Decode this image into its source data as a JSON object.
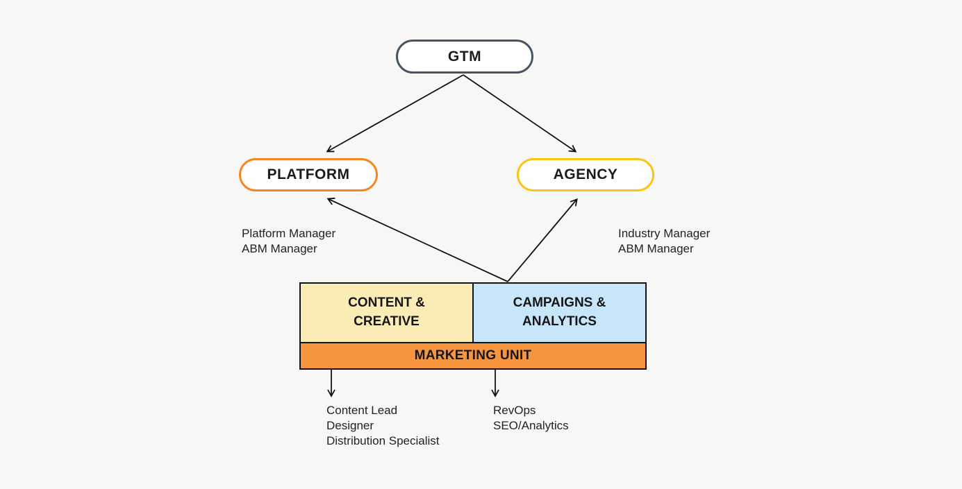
{
  "diagram": {
    "background_color": "#f7f7f5",
    "nodes": {
      "gtm": {
        "label": "GTM",
        "border_color": "#485460"
      },
      "platform": {
        "label": "PLATFORM",
        "border_color": "#f6861f"
      },
      "agency": {
        "label": "AGENCY",
        "border_color": "#f9c513"
      }
    },
    "marketing_unit": {
      "label": "MARKETING UNIT",
      "bar_color": "#f6953d",
      "cells": [
        {
          "label": "CONTENT & CREATIVE",
          "color": "#fbebb5"
        },
        {
          "label": "CAMPAIGNS & ANALYTICS",
          "color": "#c8e6f9"
        }
      ]
    },
    "annotations": {
      "platform_roles": [
        "Platform Manager",
        "ABM Manager"
      ],
      "agency_roles": [
        "Industry Manager",
        "ABM Manager"
      ],
      "content_roles": [
        "Content Lead",
        "Designer",
        "Distribution Specialist"
      ],
      "campaign_roles": [
        "RevOps",
        "SEO/Analytics"
      ]
    },
    "edges": [
      {
        "from": "GTM",
        "to": "PLATFORM"
      },
      {
        "from": "GTM",
        "to": "AGENCY"
      },
      {
        "from": "MARKETING UNIT",
        "to": "PLATFORM"
      },
      {
        "from": "MARKETING UNIT",
        "to": "AGENCY"
      },
      {
        "from": "MARKETING UNIT",
        "to": "Content Lead / Designer / Distribution Specialist"
      },
      {
        "from": "MARKETING UNIT",
        "to": "RevOps / SEO/Analytics"
      }
    ]
  }
}
